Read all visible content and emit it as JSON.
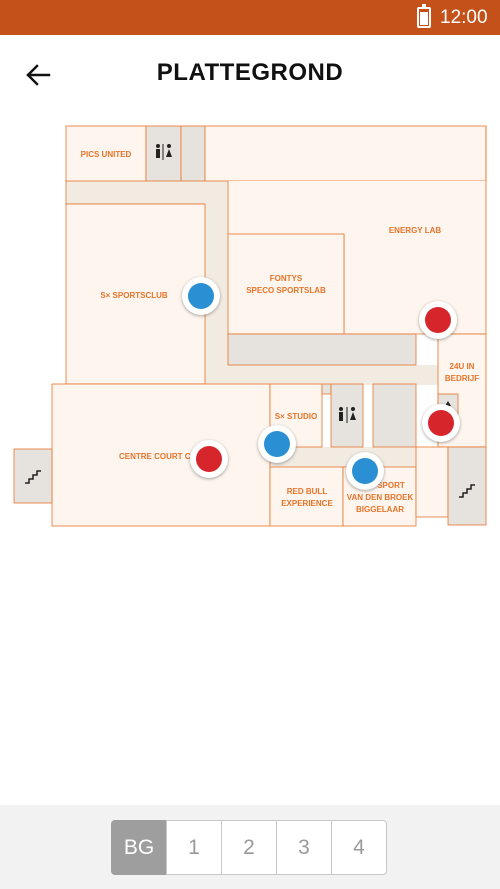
{
  "status_bar": {
    "time": "12:00",
    "battery_icon": "battery-full-icon"
  },
  "app_bar": {
    "title": "PLATTEGROND",
    "back_icon": "arrow-left-icon"
  },
  "map": {
    "rooms": {
      "pics_united": "PICS UNITED",
      "energy_lab": "ENERGY LAB",
      "sportsclub": "S× SPORTSCLUB",
      "fontys_1": "FONTYS",
      "fontys_2": "SPECO SPORTSLAB",
      "bedrijf_1": "24U IN",
      "bedrijf_2": "BEDRIJF",
      "studio": "S× STUDIO",
      "centre_court": "CENTRE COURT CA",
      "redbull_1": "RED BULL",
      "redbull_2": "EXPERIENCE",
      "sport_1": "SPORT",
      "sport_2": "VAN DEN BROEK",
      "sport_3": "BIGGELAAR"
    },
    "icons": [
      "restroom-icon",
      "stairs-icon",
      "elevator-icon"
    ],
    "marker_colors": {
      "blue": "#2b8fd3",
      "red": "#d6262b"
    }
  },
  "floor_selector": {
    "floors": [
      "BG",
      "1",
      "2",
      "3",
      "4"
    ],
    "selected": "BG"
  },
  "colors": {
    "accent": "#c4511a",
    "wall": "#e8742a",
    "room": "#fdf5ee",
    "corridor": "#f1ebe2",
    "service": "#e6e3df"
  }
}
